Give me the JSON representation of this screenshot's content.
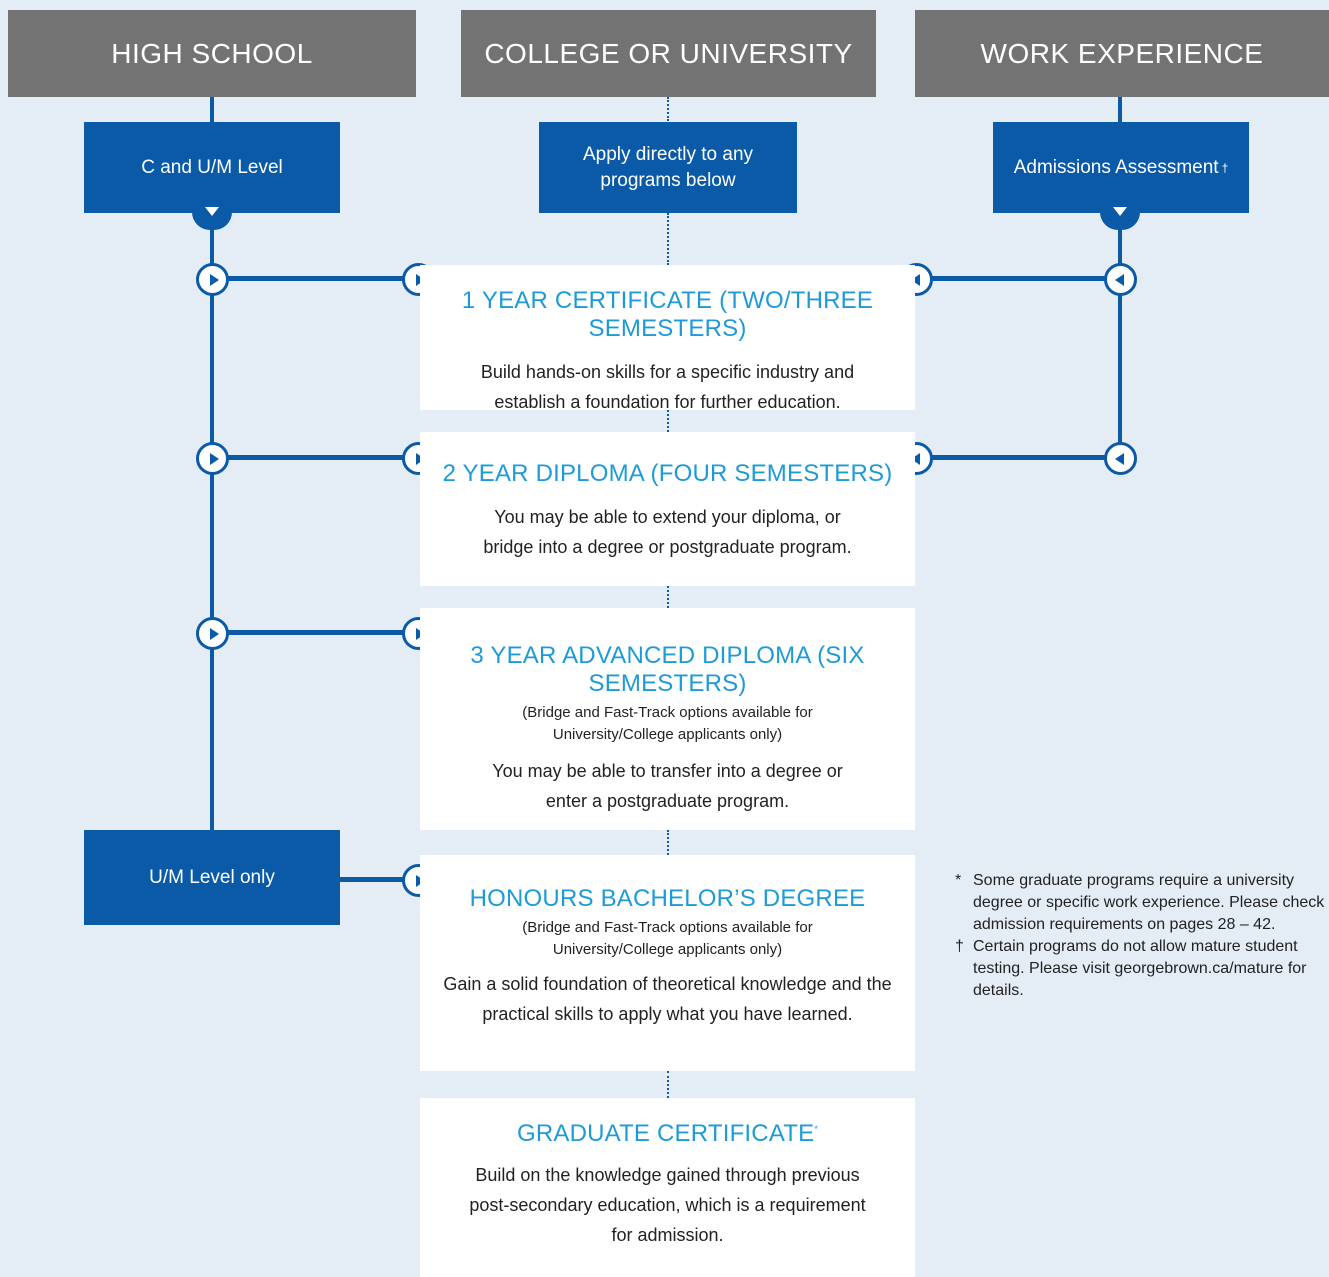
{
  "headers": {
    "high_school": "HIGH SCHOOL",
    "college": "COLLEGE OR UNIVERSITY",
    "work": "WORK EXPERIENCE"
  },
  "entry_boxes": {
    "high_school": "C and U/M Level",
    "college": "Apply directly to any programs below",
    "work": "Admissions Assessment",
    "work_mark": "†",
    "um_level": "U/M Level only"
  },
  "programs": [
    {
      "title": "1 YEAR CERTIFICATE (TWO/THREE SEMESTERS)",
      "body": "Build hands-on skills for a specific industry and establish a foundation for further education."
    },
    {
      "title": "2 YEAR DIPLOMA (FOUR SEMESTERS)",
      "body": "You may be able to extend your diploma, or bridge into a degree or postgraduate program."
    },
    {
      "title": "3 YEAR ADVANCED DIPLOMA (SIX SEMESTERS)",
      "sub": "(Bridge and Fast-Track options available for University/College applicants only)",
      "body": "You may be able to transfer into a degree or enter a postgraduate program."
    },
    {
      "title": "HONOURS BACHELOR’S DEGREE",
      "sub": "(Bridge and Fast-Track options available for University/College applicants only)",
      "body": "Gain a solid foundation of theoretical knowledge and the practical skills to apply what you have learned."
    },
    {
      "title": "GRADUATE CERTIFICATE",
      "title_mark": "*",
      "body": "Build on the knowledge gained through previous post-secondary education, which is a requirement for admission."
    }
  ],
  "footnotes": [
    {
      "mark": "*",
      "text": "Some graduate programs require a university degree or specific work experience. Please check admission requirements on pages 28 – 42."
    },
    {
      "mark": "†",
      "text": "Certain programs do not allow mature student testing. Please visit georgebrown.ca/mature for details."
    }
  ],
  "colors": {
    "header_bg": "#737373",
    "box_blue": "#0a5aa7",
    "title_blue": "#1e9bd7",
    "page_bg": "#e4ecf5"
  }
}
